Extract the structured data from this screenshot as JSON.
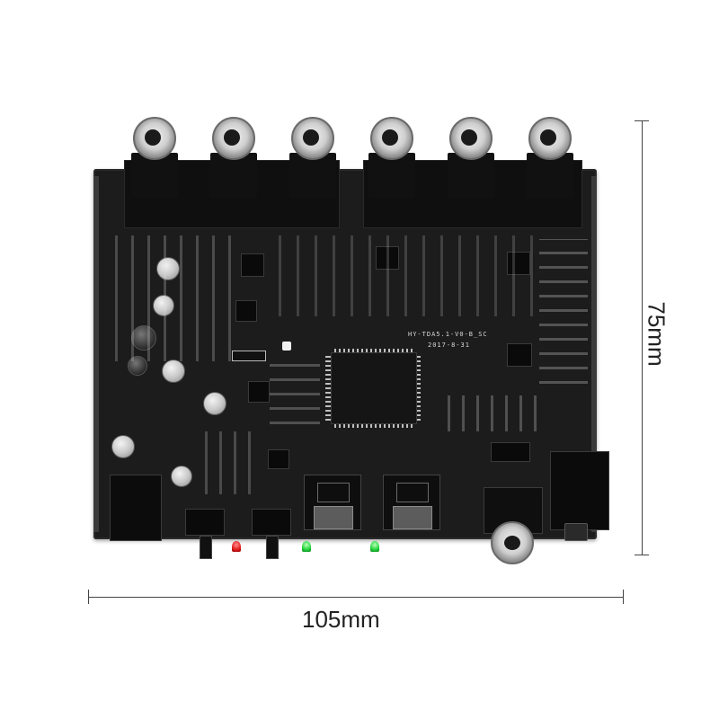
{
  "board": {
    "model_label": "HY-TDA5.1-V0-B_SC",
    "date_label": "2017-8-31"
  },
  "dimensions": {
    "width_label": "105mm",
    "height_label": "75mm"
  },
  "colors": {
    "background": "#ffffff",
    "pcb": "#1c1c1c",
    "led_red": "#e01b1b",
    "led_green": "#22d33a"
  }
}
